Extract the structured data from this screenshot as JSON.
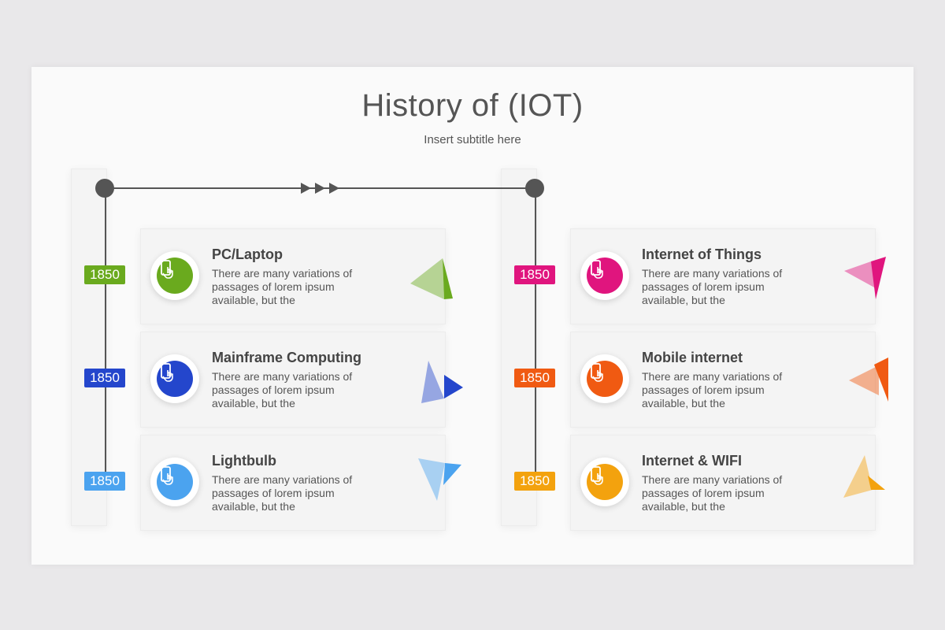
{
  "title": "History of (IOT)",
  "subtitle": "Insert subtitle here",
  "items": [
    {
      "year": "1850",
      "title": "PC/Laptop",
      "desc": "There are many variations of passages of lorem ipsum available, but the",
      "color": "#6aaa1e",
      "icon": "touch-phone-icon"
    },
    {
      "year": "1850",
      "title": "Mainframe Computing",
      "desc": "There are many variations of passages of lorem ipsum available, but the",
      "color": "#2446cc",
      "icon": "touch-phone-icon"
    },
    {
      "year": "1850",
      "title": "Lightbulb",
      "desc": "There are many variations of passages of lorem ipsum available, but the",
      "color": "#4ba3ef",
      "icon": "touch-phone-icon"
    },
    {
      "year": "1850",
      "title": "Internet of Things",
      "desc": "There are many variations of passages of lorem ipsum available, but the",
      "color": "#e0157e",
      "icon": "touch-phone-icon"
    },
    {
      "year": "1850",
      "title": "Mobile internet",
      "desc": "There are many variations of passages of lorem ipsum available, but the",
      "color": "#f05a12",
      "icon": "touch-phone-icon"
    },
    {
      "year": "1850",
      "title": "Internet & WIFI",
      "desc": "There are many variations of passages of lorem ipsum available, but the",
      "color": "#f3a20e",
      "icon": "touch-phone-icon"
    }
  ]
}
